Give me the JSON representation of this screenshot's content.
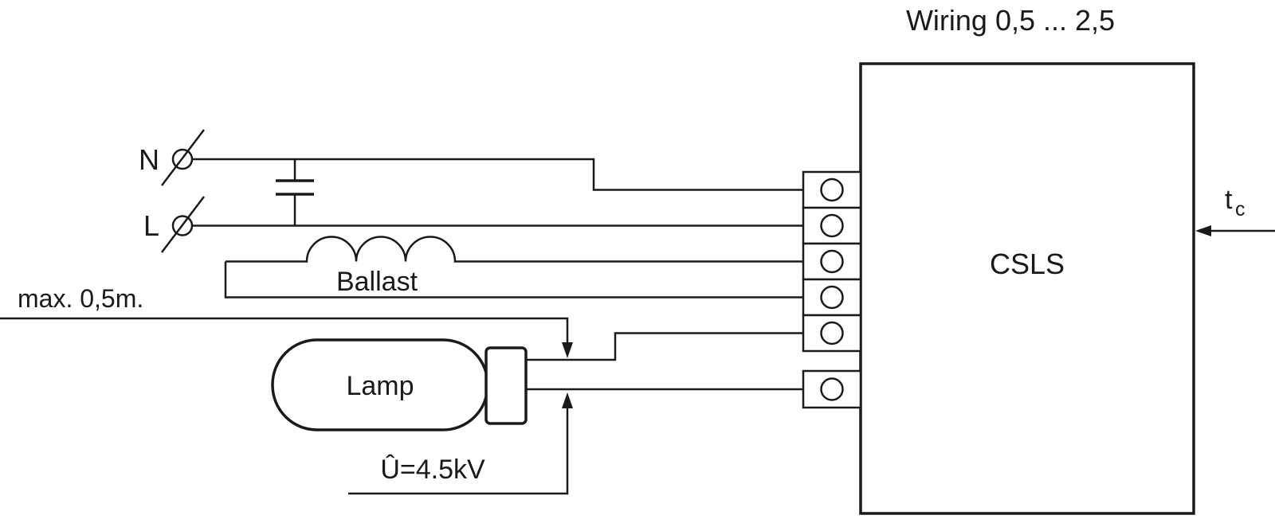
{
  "colors": {
    "ink": "#1a1a1a",
    "background": "#ffffff"
  },
  "diagram": {
    "title": "Wiring 0,5 ... 2,5",
    "device_label": "CSLS",
    "supply": {
      "neutral": "N",
      "line": "L"
    },
    "ballast_label": "Ballast",
    "lamp_label": "Lamp",
    "max_lead_length": "max. 0,5m.",
    "ignition_voltage": "Û=4.5kV",
    "case_temp": {
      "symbol": "t",
      "subscript": "c"
    }
  }
}
